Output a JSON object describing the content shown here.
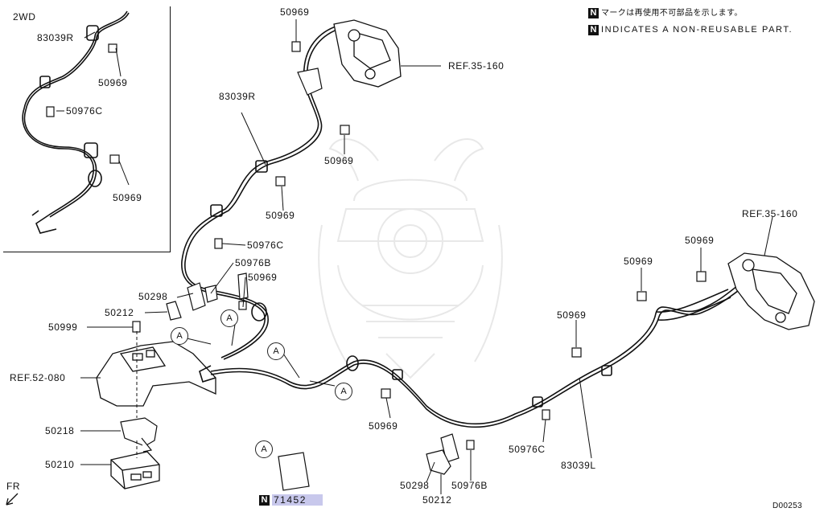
{
  "inset": {
    "title": "2WD"
  },
  "notes": {
    "jp": "マークは再使用不可部品を示します。",
    "en": "INDICATES A NON-REUSABLE PART.",
    "n_symbol": "N"
  },
  "callout_letter": "A",
  "part_label": "71452",
  "diagram_code": "D00253",
  "front_label": "FR",
  "labels": {
    "inset_83039r": "83039R",
    "inset_50969_a": "50969",
    "inset_50976c": "50976C",
    "inset_50969_b": "50969",
    "top_50969": "50969",
    "ref_35_160_top": "REF.35-160",
    "main_83039r": "83039R",
    "main_50969_mid": "50969",
    "main_50969_clip": "50969",
    "main_50976c": "50976C",
    "main_50976b": "50976B",
    "main_50969_left": "50969",
    "main_50298": "50298",
    "main_50212": "50212",
    "main_50999": "50999",
    "ref_52_080": "REF.52-080",
    "main_50218": "50218",
    "main_50210": "50210",
    "ref_35_160_right": "REF.35-160",
    "right_50969_a": "50969",
    "right_50969_b": "50969",
    "right_50969_c": "50969",
    "center_50969": "50969",
    "bottom_50976c": "50976C",
    "main_83039l": "83039L",
    "bottom_50298": "50298",
    "bottom_50976b": "50976B",
    "bottom_50212": "50212"
  }
}
